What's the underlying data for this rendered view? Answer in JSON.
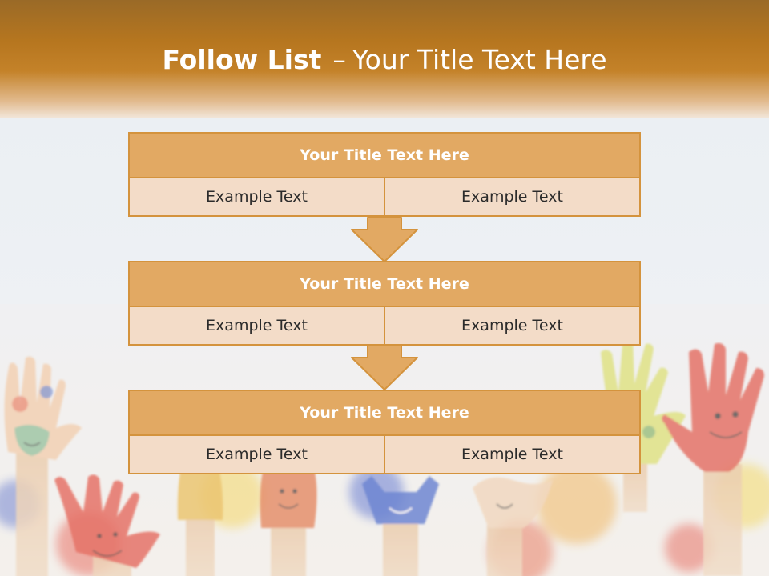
{
  "slide": {
    "title_bold": "Follow List",
    "title_separator": "–",
    "title_rest": "Your Title Text Here"
  },
  "flow": {
    "steps": [
      {
        "title": "Your Title Text Here",
        "left_text": "Example Text",
        "right_text": "Example Text"
      },
      {
        "title": "Your Title Text Here",
        "left_text": "Example Text",
        "right_text": "Example Text"
      },
      {
        "title": "Your Title Text Here",
        "left_text": "Example Text",
        "right_text": "Example Text"
      }
    ]
  },
  "colors": {
    "accent": "#e2a963",
    "border": "#d4933d",
    "cell_fill": "#f3dcc8",
    "title_bar": "#b6761f"
  }
}
